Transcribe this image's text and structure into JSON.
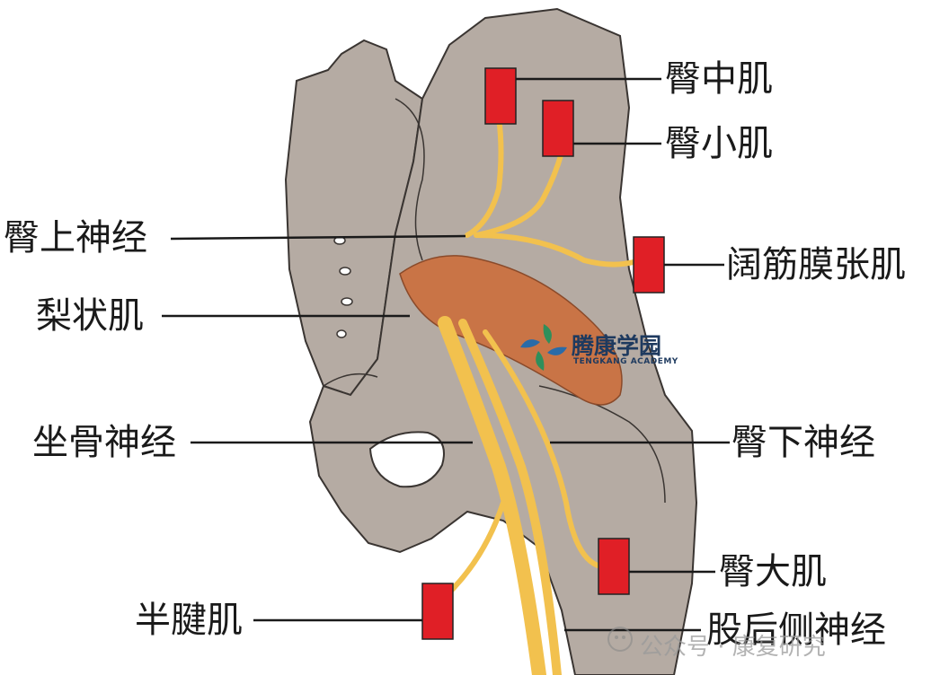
{
  "labels": {
    "gluteus_medius": "臀中肌",
    "gluteus_minimus": "臀小肌",
    "superior_gluteal_nerve": "臀上神经",
    "tensor_fasciae_latae": "阔筋膜张肌",
    "piriformis": "梨状肌",
    "sciatic_nerve": "坐骨神经",
    "inferior_gluteal_nerve": "臀下神经",
    "gluteus_maximus": "臀大肌",
    "semitendinosus": "半腱肌",
    "posterior_femoral_cutaneous_nerve": "股后侧神经"
  },
  "logo": {
    "name_cn": "腾康学园",
    "name_en": "TENGKANG ACADEMY"
  },
  "watermark": {
    "text": "公众号 · 康复研究"
  },
  "colors": {
    "bone": "#b5aba3",
    "bone_outline": "#3a3532",
    "nerve": "#f2c14e",
    "nerve_outline": "#d49a2a",
    "muscle_marker": "#e01f26",
    "piriformis": "#c97446",
    "leader_line": "#1a1a1a",
    "logo_text": "#1e3a5f"
  }
}
